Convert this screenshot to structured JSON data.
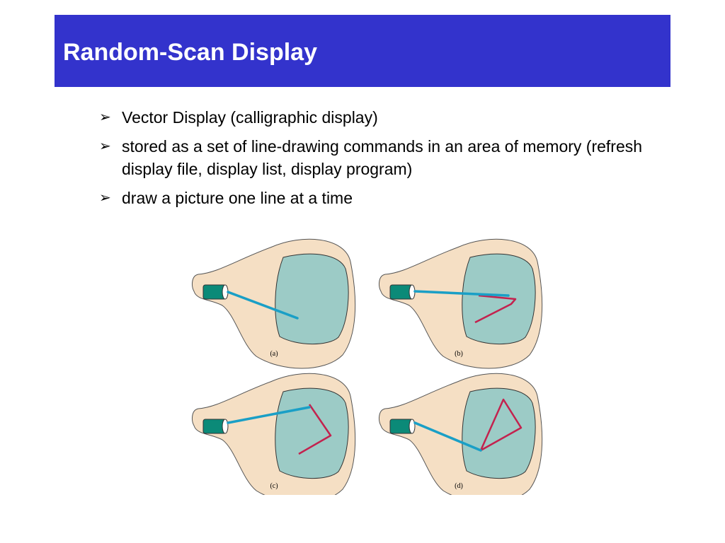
{
  "slide": {
    "title": "Random-Scan Display",
    "bullet_symbol": "➢",
    "bullets": [
      "Vector Display (calligraphic display)",
      "stored as a set of line-drawing commands in an area of memory  (refresh display file, display list, display program)",
      "draw a picture one line at a time"
    ]
  },
  "figure": {
    "panel_labels": [
      "(a)",
      "(b)",
      "(c)",
      "(d)"
    ],
    "colors": {
      "tube_body": "#f5dfc4",
      "screen": "#9ccbc6",
      "electron_gun": "#0b8a78",
      "beam": "#1a9fc6",
      "drawn_lines": "#c3224e"
    }
  }
}
